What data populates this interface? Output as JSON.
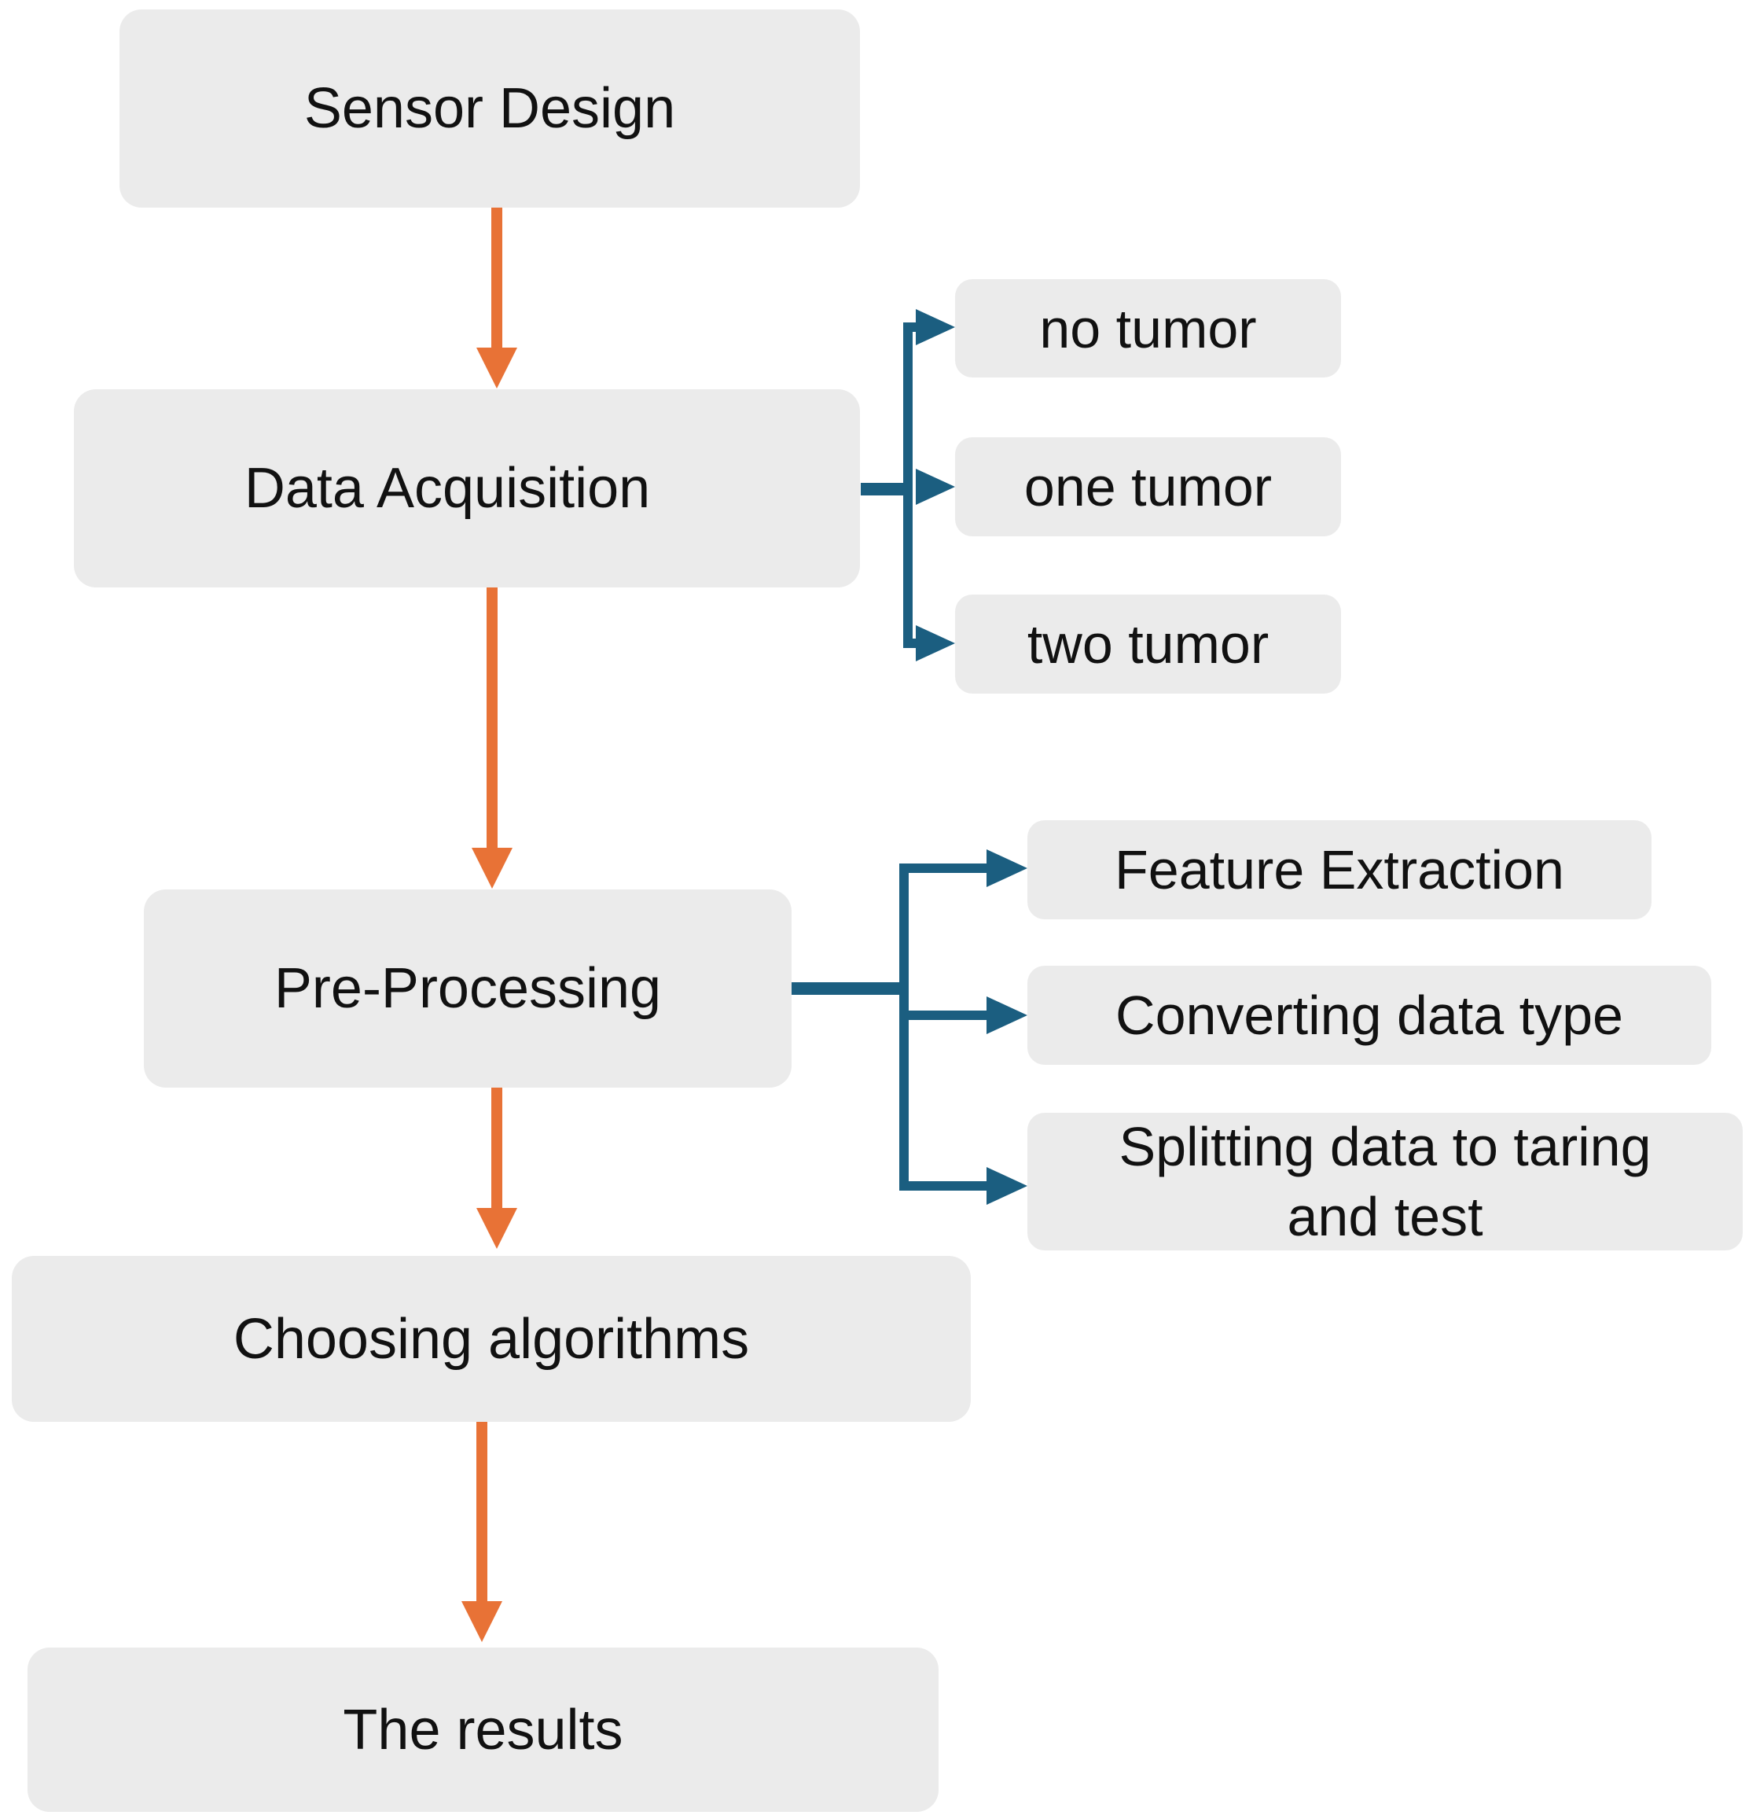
{
  "steps": [
    {
      "id": "sensor-design",
      "label": "Sensor Design"
    },
    {
      "id": "data-acquisition",
      "label": "Data Acquisition"
    },
    {
      "id": "pre-processing",
      "label": "Pre-Processing"
    },
    {
      "id": "choosing-algorithms",
      "label": "Choosing algorithms"
    },
    {
      "id": "results",
      "label": "The results"
    }
  ],
  "data_acquisition_branches": [
    {
      "label": "no tumor"
    },
    {
      "label": "one tumor"
    },
    {
      "label": "two tumor"
    }
  ],
  "pre_processing_branches": [
    {
      "label": "Feature Extraction"
    },
    {
      "label": "Converting data type"
    },
    {
      "label": "Splitting data to taring and test"
    }
  ],
  "colors": {
    "node_fill": "#ebebeb",
    "main_flow_arrow": "#e87236",
    "branch_arrow": "#1b5e80",
    "text": "#111111"
  }
}
